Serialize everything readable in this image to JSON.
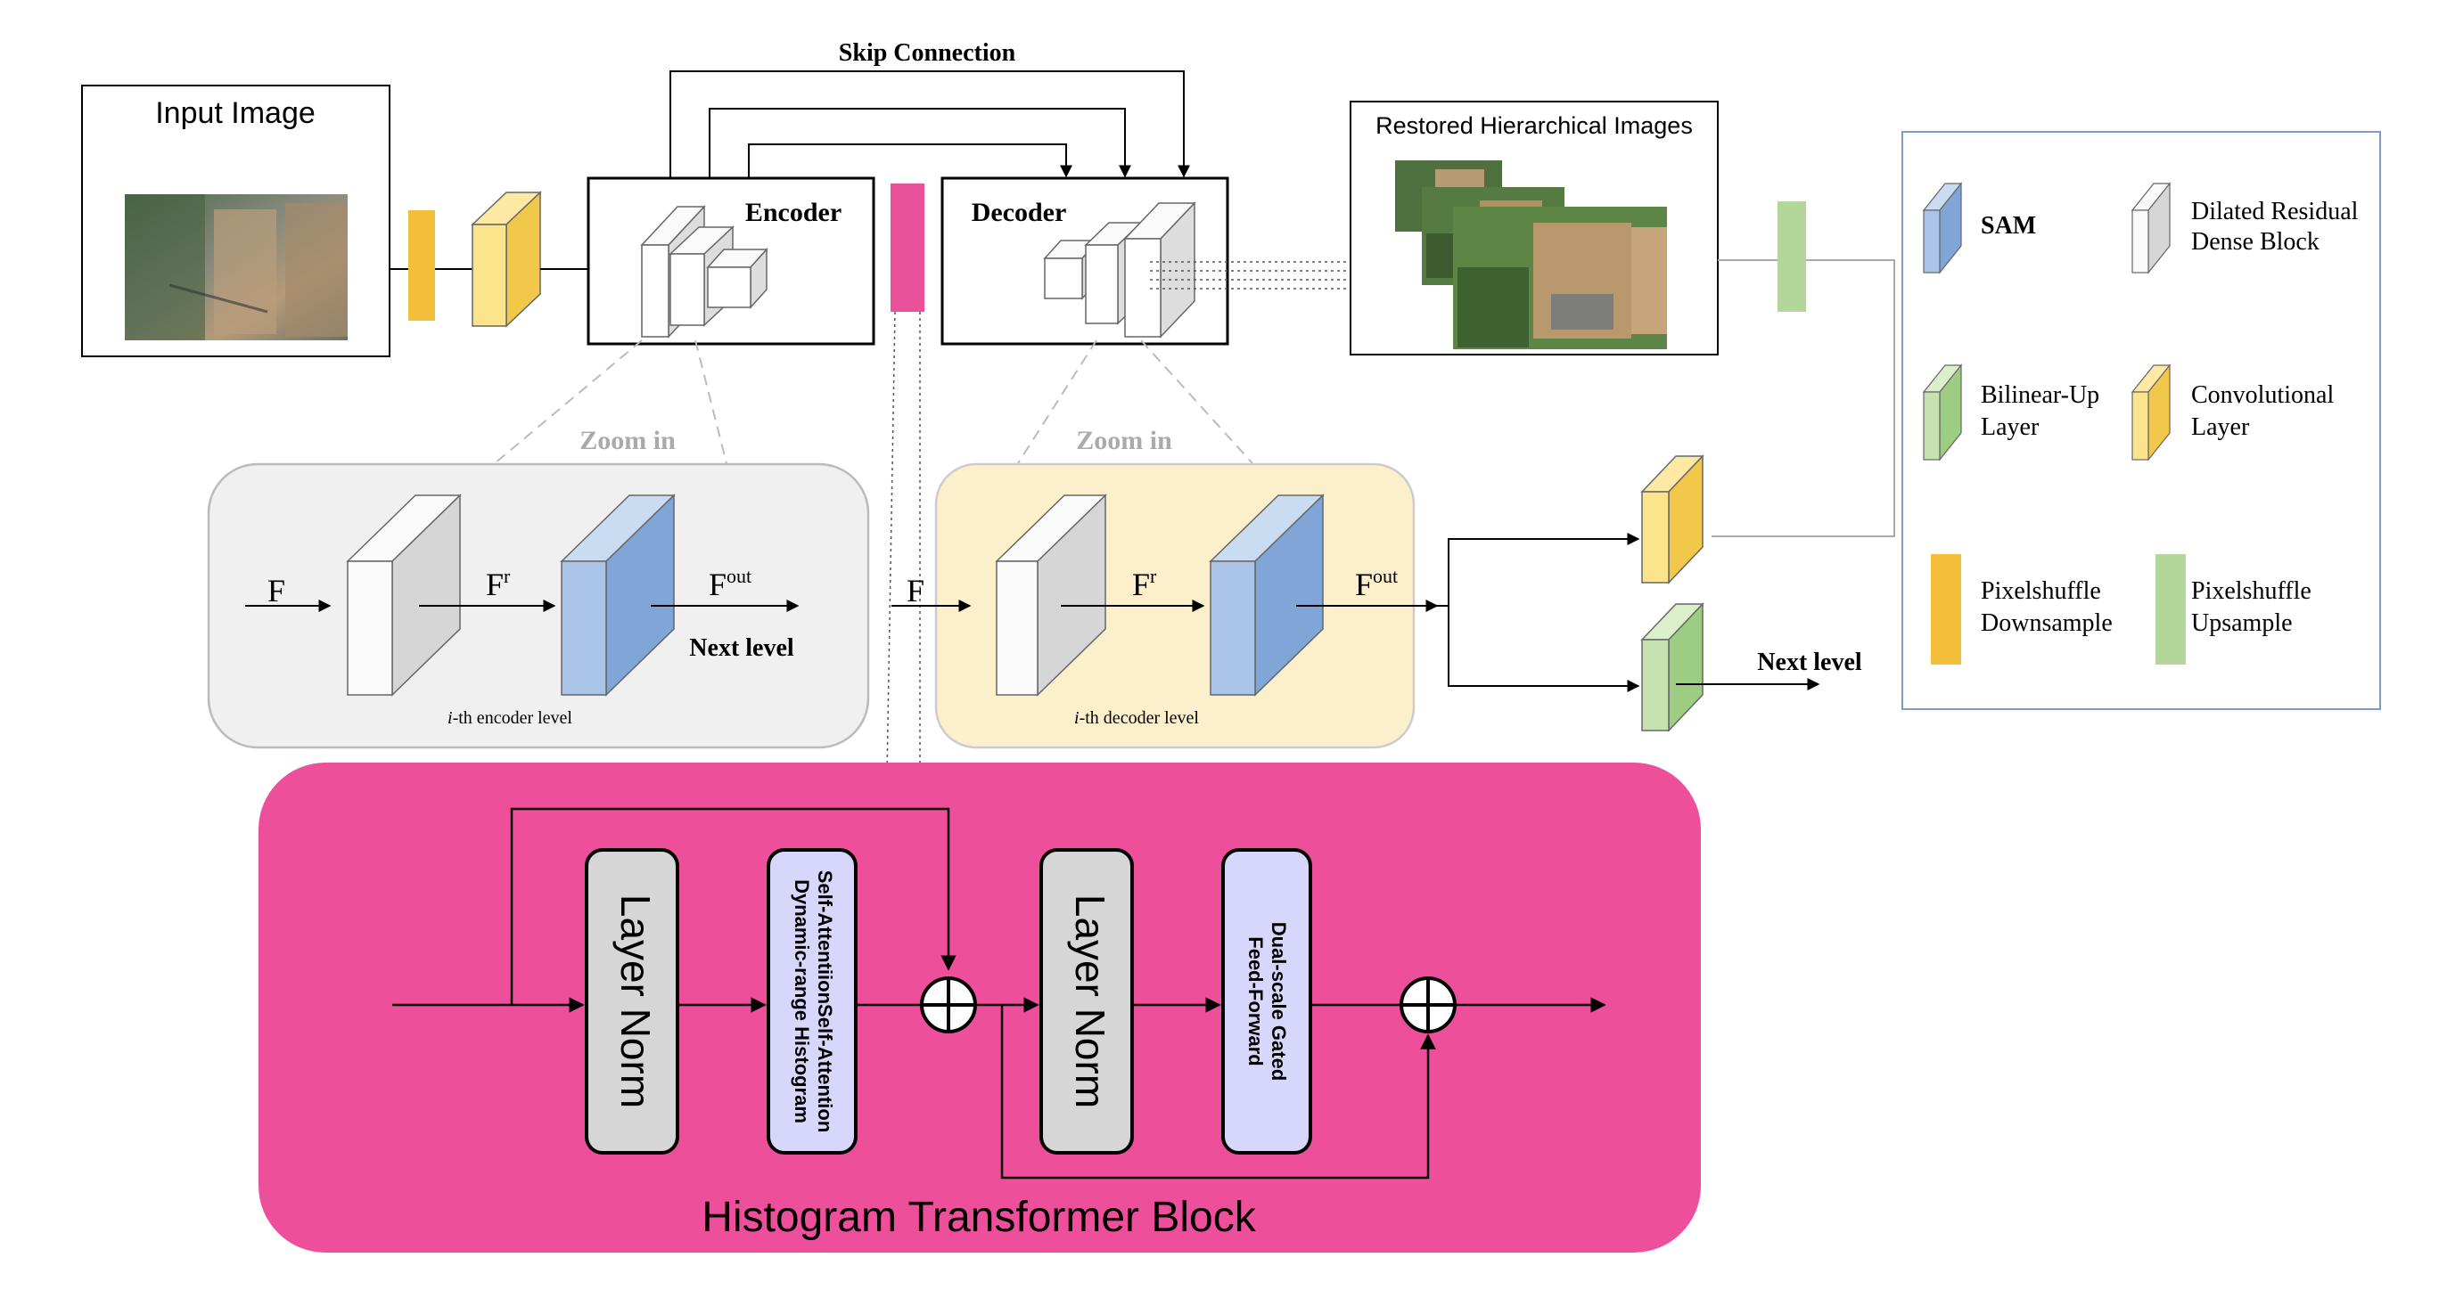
{
  "top": {
    "input_title": "Input Image",
    "encoder_label": "Encoder",
    "decoder_label": "Decoder",
    "skip_label": "Skip Connection",
    "restored_title": "Restored Hierarchical Images"
  },
  "encoder_zoom": {
    "zoom_label": "Zoom in",
    "input_label": "F",
    "mid_label": "F",
    "mid_sup": "r",
    "out_label": "F",
    "out_sup": "out",
    "next_label": "Next level",
    "level_italic": "i",
    "level_caption": "-th encoder level"
  },
  "decoder_zoom": {
    "zoom_label": "Zoom in",
    "input_label": "F",
    "mid_label": "F",
    "mid_sup": "r",
    "out_label": "F",
    "out_sup": "out",
    "level_italic": "i",
    "level_caption": "-th decoder level"
  },
  "right_branch": {
    "next_label": "Next level"
  },
  "legend": {
    "sam": "SAM",
    "drdb_line1": "Dilated Residual",
    "drdb_line2": "Dense Block",
    "bilinear_line1": "Bilinear-Up",
    "bilinear_line2": "Layer",
    "conv_line1": "Convolutional",
    "conv_line2": "Layer",
    "down_line1": "Pixelshuffle",
    "down_line2": "Downsample",
    "up_line1": "Pixelshuffle",
    "up_line2": "Upsample"
  },
  "htb": {
    "title": "Histogram Transformer Block",
    "layernorm1": "Layer Norm",
    "attn_line1": "Dynamic-range Histogram",
    "attn_line2": "Self-AttentiionSelf-Attention",
    "layernorm2": "Layer Norm",
    "ffn_line1": "Dual-scale Gated",
    "ffn_line2": "Feed-Forward"
  },
  "colors": {
    "pink": "#e9519b",
    "pink_block": "#ee4f9a",
    "orange": "#f3bf3a",
    "yellow_light": "#fbe48c",
    "green": "#b3d69a",
    "blue": "#7fa6d6",
    "gray_panel": "#f0f0f0",
    "cream_panel": "#fcf0cc",
    "lavender": "#d7d7fb",
    "norm_gray": "#d6d6d6"
  }
}
